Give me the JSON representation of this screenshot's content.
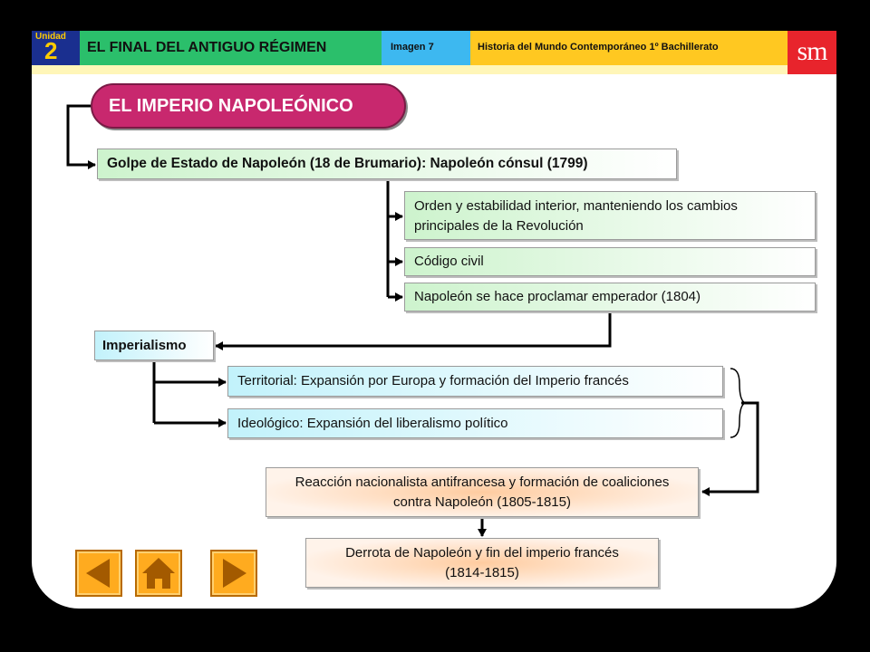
{
  "header": {
    "unit_label": "Unidad",
    "unit_number": "2",
    "title": "EL FINAL DEL ANTIGUO RÉGIMEN",
    "image_label": "Imagen 7",
    "subject": "Historia del Mundo Contemporáneo 1º Bachillerato",
    "logo": "sm"
  },
  "diagram": {
    "main_title": "EL IMPERIO NAPOLEÓNICO",
    "coup": "Golpe de Estado de Napoleón (18 de Brumario): Napoleón cónsul (1799)",
    "consulate_items": [
      "Orden y estabilidad interior, manteniendo los cambios principales de la Revolución",
      "Código civil",
      "Napoleón se hace proclamar emperador (1804)"
    ],
    "imperialism_label": "Imperialismo",
    "imperialism_items": [
      "Territorial: Expansión por Europa y formación del Imperio francés",
      "Ideológico: Expansión del liberalismo político"
    ],
    "reaction": "Reacción nacionalista antifrancesa y formación de coaliciones contra Napoleón (1805-1815)",
    "defeat_line1": "Derrota de Napoleón y fin del imperio francés",
    "defeat_line2": "(1814-1815)"
  },
  "nav": {
    "back_icon": "arrow-left-icon",
    "home_icon": "home-icon",
    "forward_icon": "arrow-right-icon",
    "button_color": "#ffab1f",
    "icon_color": "#a35a00"
  },
  "colors": {
    "title_pill": "#c8286e",
    "unit_bg": "#1a2f8f",
    "title_bg": "#2bbf6b",
    "image_bg": "#3db8f0",
    "subject_bg": "#ffc821",
    "logo_bg": "#e8242c"
  }
}
